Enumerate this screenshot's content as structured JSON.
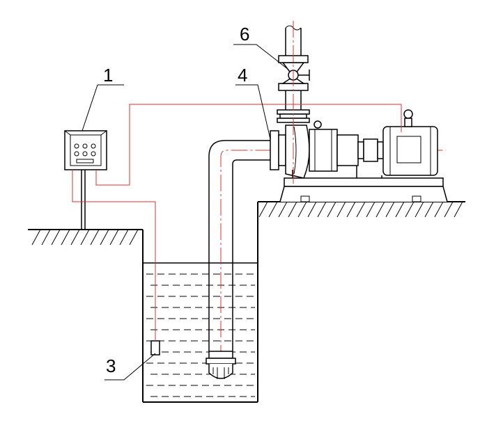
{
  "diagram": {
    "labels": {
      "control_box": "1",
      "level_sensor": "3",
      "pump": "4",
      "valve": "6"
    },
    "colors": {
      "line": "#000000",
      "signal_wire": "#e03030",
      "background": "#ffffff"
    },
    "icons": {
      "control_box": "control-box-icon",
      "level_sensor": "level-sensor-icon",
      "pump": "centrifugal-pump-icon",
      "motor": "electric-motor-icon",
      "valve": "gate-valve-icon",
      "foot_valve": "foot-valve-strainer-icon"
    }
  }
}
